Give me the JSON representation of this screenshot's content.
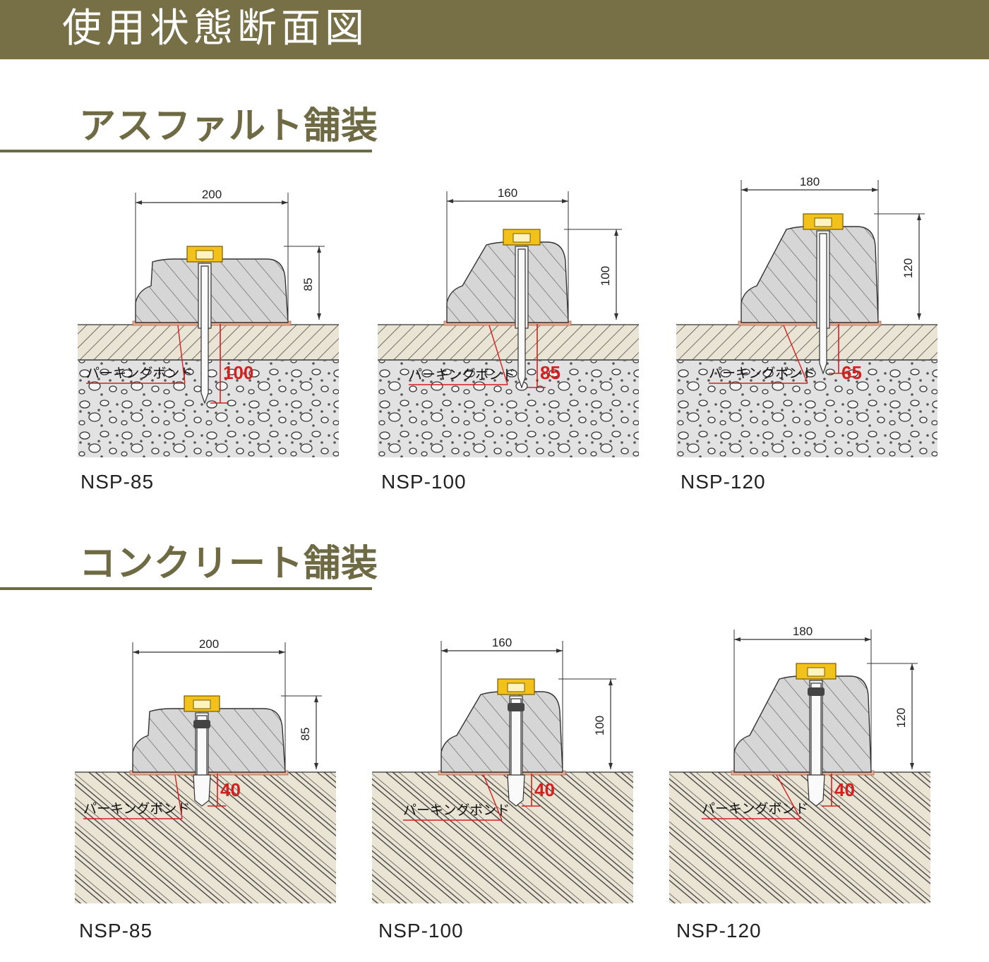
{
  "header": {
    "title": "使用状態断面図"
  },
  "sections": [
    {
      "title": "アスファルト舗装",
      "figures": [
        {
          "model": "NSP-85",
          "width": "200",
          "height": "85",
          "depth": "100",
          "bond": "パーキングボンド"
        },
        {
          "model": "NSP-100",
          "width": "160",
          "height": "100",
          "depth": "85",
          "bond": "パーキングボンド"
        },
        {
          "model": "NSP-120",
          "width": "180",
          "height": "120",
          "depth": "65",
          "bond": "パーキングボンド"
        }
      ]
    },
    {
      "title": "コンクリート舗装",
      "figures": [
        {
          "model": "NSP-85",
          "width": "200",
          "height": "85",
          "depth": "40",
          "bond": "パーキングボンド"
        },
        {
          "model": "NSP-100",
          "width": "160",
          "height": "100",
          "depth": "40",
          "bond": "パーキングボンド"
        },
        {
          "model": "NSP-120",
          "width": "180",
          "height": "120",
          "depth": "40",
          "bond": "パーキングボンド"
        }
      ]
    }
  ],
  "colors": {
    "banner": "#777047",
    "heading": "#6e6a43",
    "dimension_red": "#d61f1f",
    "bracket_yellow": "#f3c21a",
    "block_grey": "#d6d6d6",
    "ground": "#eae4d4",
    "bond": "#e8a98f"
  }
}
